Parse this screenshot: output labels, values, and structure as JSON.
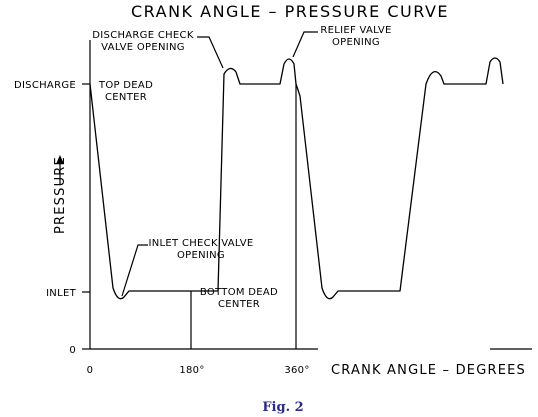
{
  "title": "CRANK ANGLE – PRESSURE CURVE",
  "x_axis": {
    "title": "CRANK ANGLE – DEGREES",
    "ticks": [
      "0",
      "180°",
      "360°"
    ]
  },
  "y_axis": {
    "title": "PRESSURE",
    "levels": [
      "DISCHARGE",
      "INLET",
      "0"
    ]
  },
  "annotations": {
    "discharge_check_line1": "DISCHARGE CHECK",
    "discharge_check_line2": "VALVE OPENING",
    "relief_line1": "RELIEF VALVE",
    "relief_line2": "OPENING",
    "top_dead_line1": "TOP DEAD",
    "top_dead_line2": "CENTER",
    "inlet_check_line1": "INLET CHECK VALVE",
    "inlet_check_line2": "OPENING",
    "bottom_dead_line1": "BOTTOM DEAD",
    "bottom_dead_line2": "CENTER"
  },
  "caption": "Fig. 2"
}
